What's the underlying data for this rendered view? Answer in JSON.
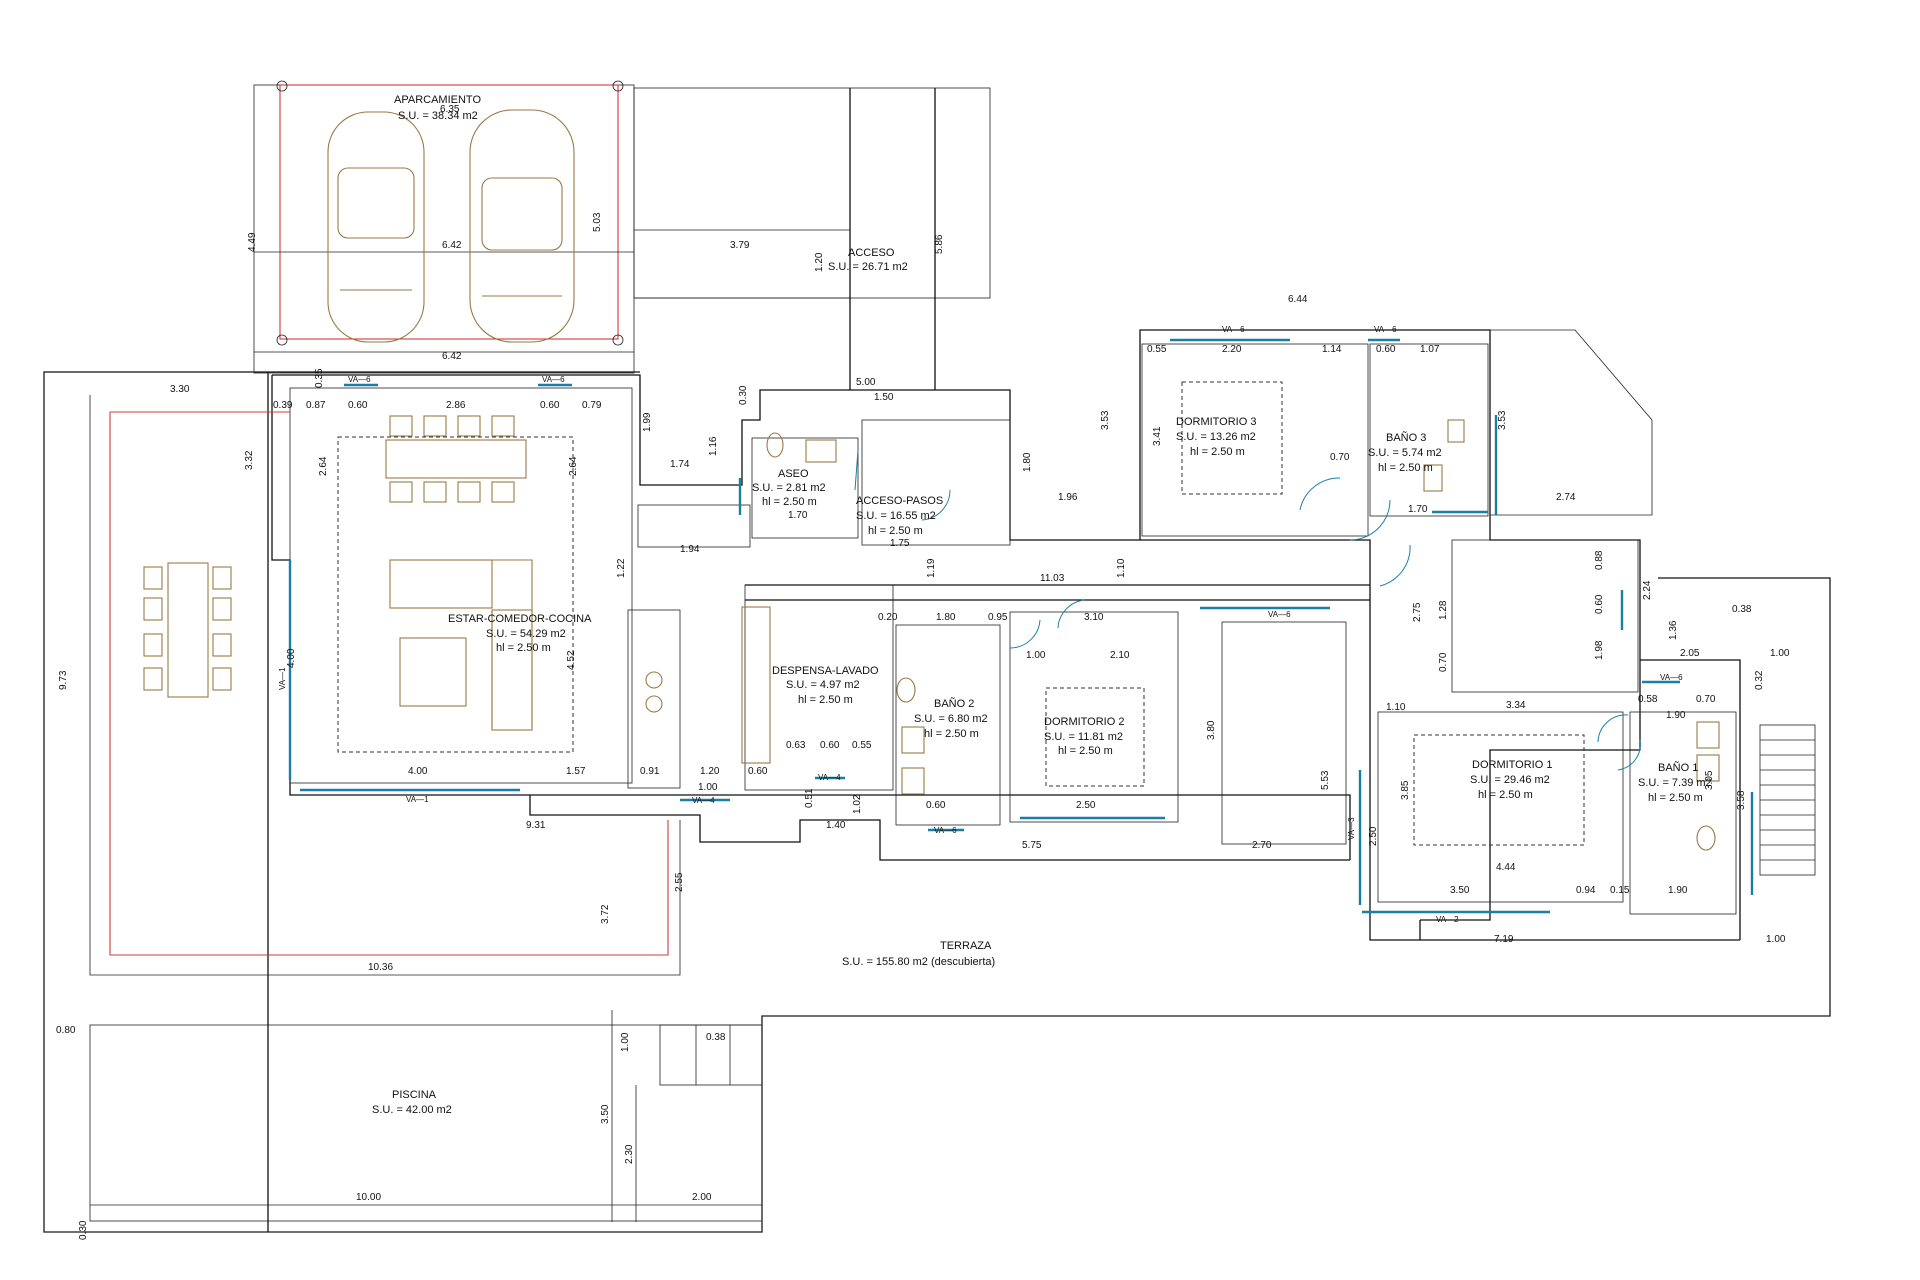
{
  "rooms": {
    "aparcamiento": {
      "name": "APARCAMIENTO",
      "area": "S.U. = 38.34 m2"
    },
    "acceso": {
      "name": "ACCESO",
      "area": "S.U. = 26.71 m2"
    },
    "estar": {
      "name": "ESTAR-COMEDOR-COCINA",
      "area": "S.U. = 54.29 m2",
      "height": "hl = 2.50 m"
    },
    "aseo": {
      "name": "ASEO",
      "area": "S.U. = 2.81 m2",
      "height": "hl = 2.50 m"
    },
    "acceso_pasos": {
      "name": "ACCESO-PASOS",
      "area": "S.U. = 16.55 m2",
      "height": "hl = 2.50 m"
    },
    "dormitorio3": {
      "name": "DORMITORIO 3",
      "area": "S.U. = 13.26 m2",
      "height": "hl = 2.50 m"
    },
    "bano3": {
      "name": "BAÑO 3",
      "area": "S.U. = 5.74 m2",
      "height": "hl = 2.50 m"
    },
    "despensa": {
      "name": "DESPENSA-LAVADO",
      "area": "S.U. = 4.97 m2",
      "height": "hl = 2.50 m"
    },
    "bano2": {
      "name": "BAÑO 2",
      "area": "S.U. = 6.80 m2",
      "height": "hl = 2.50 m"
    },
    "dormitorio2": {
      "name": "DORMITORIO 2",
      "area": "S.U. = 11.81 m2",
      "height": "hl = 2.50 m"
    },
    "dormitorio1": {
      "name": "DORMITORIO 1",
      "area": "S.U. = 29.46 m2",
      "height": "hl = 2.50 m"
    },
    "bano1": {
      "name": "BAÑO 1",
      "area": "S.U. = 7.39 m2",
      "height": "hl = 2.50 m"
    },
    "terraza": {
      "name": "TERRAZA",
      "area": "S.U. = 155.80 m2 (descubierta)"
    },
    "piscina": {
      "name": "PISCINA",
      "area": "S.U. = 42.00 m2"
    }
  },
  "windows": {
    "va1": "VA—1",
    "va2": "VA—2",
    "va3": "VA—3",
    "va4": "VA—4",
    "va6": "VA—6"
  },
  "dims": {
    "d6_35": "6.35",
    "d6_42a": "6.42",
    "d6_42b": "6.42",
    "d4_49": "4.49",
    "d5_03": "5.03",
    "d3_79": "3.79",
    "d1_20": "1.20",
    "d5_86": "5.86",
    "d6_44": "6.44",
    "d3_30": "3.30",
    "d0_39": "0.39",
    "d0_87": "0.87",
    "d0_60a": "0.60",
    "d2_86": "2.86",
    "d0_60b": "0.60",
    "d0_79": "0.79",
    "d0_35": "0.35",
    "d3_32": "3.32",
    "d2_64": "2.64",
    "d2_64b": "2.64",
    "d1_99": "1.99",
    "d0_30": "0.30",
    "d5_00": "5.00",
    "d1_50": "1.50",
    "d1_16": "1.16",
    "d1_74": "1.74",
    "d1_70a": "1.70",
    "d1_75": "1.75",
    "d1_80a": "1.80",
    "d1_96": "1.96",
    "d3_53a": "3.53",
    "d3_41": "3.41",
    "d0_55": "0.55",
    "d2_20": "2.20",
    "d1_14": "1.14",
    "d0_60c": "0.60",
    "d1_07": "1.07",
    "d0_70a": "0.70",
    "d1_70b": "1.70",
    "d3_53b": "3.53",
    "d2_74": "2.74",
    "d1_94": "1.94",
    "d1_22": "1.22",
    "d1_19": "1.19",
    "d11_03": "11.03",
    "d1_10a": "1.10",
    "d0_20": "0.20",
    "d1_80b": "1.80",
    "d0_95": "0.95",
    "d3_10": "3.10",
    "d1_00a": "1.00",
    "d2_10": "2.10",
    "d0_88": "0.88",
    "d0_60d": "0.60",
    "d2_75": "2.75",
    "d1_28": "1.28",
    "d0_70b": "0.70",
    "d1_98": "1.98",
    "d2_24": "2.24",
    "d0_38": "0.38",
    "d1_36": "1.36",
    "d2_05": "2.05",
    "d1_00b": "1.00",
    "d0_32": "0.32",
    "d9_73": "9.73",
    "d4_00a": "4.00",
    "d4_00b": "4.00",
    "d4_52": "4.52",
    "d1_57": "1.57",
    "d0_91": "0.91",
    "d1_20b": "1.20",
    "d0_60e": "0.60",
    "d1_00c": "1.00",
    "d0_63": "0.63",
    "d0_60f": "0.60",
    "d0_55b": "0.55",
    "d0_51": "0.51",
    "d1_02": "1.02",
    "d0_60g": "0.60",
    "d2_50a": "2.50",
    "d3_80": "3.80",
    "d5_53": "5.53",
    "d1_10b": "1.10",
    "d3_34": "3.34",
    "d0_58": "0.58",
    "d0_70c": "0.70",
    "d1_90a": "1.90",
    "d3_58": "3.58",
    "d1_40": "1.40",
    "d9_31": "9.31",
    "d5_75": "5.75",
    "d2_70": "2.70",
    "d2_50b": "2.50",
    "d3_85": "3.85",
    "d4_44": "4.44",
    "d3_50a": "3.50",
    "d0_94": "0.94",
    "d0_15": "0.15",
    "d1_90b": "1.90",
    "d3_05": "3.05",
    "d3_72": "3.72",
    "d2_55": "2.55",
    "d10_36": "10.36",
    "d7_19": "7.19",
    "d1_00d": "1.00",
    "d0_80": "0.80",
    "d1_00e": "1.00",
    "d0_38b": "0.38",
    "d3_50b": "3.50",
    "d2_30": "2.30",
    "d10_00": "10.00",
    "d2_00": "2.00",
    "d0_30b": "0.30"
  }
}
